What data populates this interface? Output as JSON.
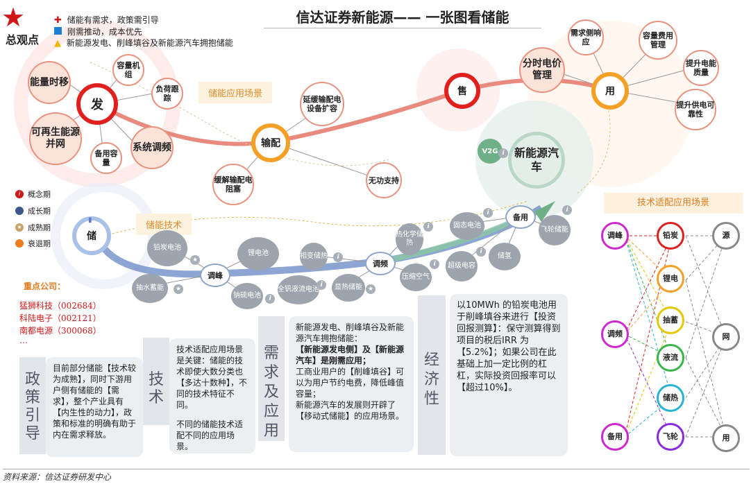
{
  "title": "信达证券新能源—— 一张图看储能",
  "overview": {
    "label": "总观点",
    "items": [
      "储能有需求，政策需引导",
      "刚需推动，成本优先",
      "新能源发电、削峰填谷及新能源汽车拥抱储能"
    ]
  },
  "nodes": {
    "fa": "发",
    "shu_pei": "输配",
    "shou": "售",
    "yong": "用",
    "chu": "储",
    "tiao_feng": "调峰",
    "tiao_pin": "调频",
    "bei_yong": "备用",
    "ev": "新能源汽车",
    "v2g": "V2G"
  },
  "bubbles": {
    "neng_liang": "能量时移",
    "rong_liang": "容量机组",
    "fu_he": "负荷跟踪",
    "ke_zai_sheng": "可再生能源并网",
    "xi_tong": "系统调频",
    "bei_yong_rl": "备用容量",
    "yan_huan": "延缓输配电设备扩容",
    "huan_jie": "缓解输配电阻塞",
    "wu_gong": "无功支持",
    "fen_shi": "分时电价管理",
    "xu_qiu": "需求侧响应",
    "rong_liang_fei": "容量费用管理",
    "ti_sheng_zl": "提升电能质量",
    "ti_sheng_gd": "提升供电可靠性"
  },
  "labels": {
    "scene": "储能应用场景",
    "tech": "储能技术",
    "tech_fit": "技术适配应用场景"
  },
  "tech_bubbles": {
    "qian_tan": "铅炭电池",
    "li": "锂电池",
    "xiang_bian": "相变储热",
    "chou_shui": "抽水蓄能",
    "na_liu": "钠硫电池",
    "quan_fan": "全钒液流电池",
    "xian_re": "显热储能",
    "re_hua": "热化学储热",
    "gu_tai": "固态电池",
    "ya_suo": "压缩空气",
    "chao_ji": "超级电容",
    "chu_qi": "储氢",
    "fei_lun": "飞轮储能"
  },
  "legend": [
    {
      "label": "概念期",
      "icon": "info-red"
    },
    {
      "label": "成长期",
      "icon": "bar-blue"
    },
    {
      "label": "成熟期",
      "icon": "star-gold"
    },
    {
      "label": "衰退期",
      "icon": "arrow-orange"
    }
  ],
  "companies": {
    "title": "重点公司：",
    "list": [
      "猛狮科技（002684）",
      "科陆电子（002121）",
      "南都电源（300068）",
      "…"
    ]
  },
  "panels": {
    "policy_head": "政策引导",
    "policy": "目前部分储能【技术较为成熟】，同时下游用户侧有储能的【需求】，整个产业具有【内生性的动力】，政策和标准的明确有助于内在需求释放。",
    "tech_head": "技术",
    "tech_p1": "技术适配应用场景是关键：储能的技术即使大数分类也【多达十数种】，不同的技术特征不同。",
    "tech_p2": "不同的储能技术适配不同的应用场景。",
    "demand_head": "需求及应用",
    "demand_p1": "新能源发电、削峰填谷及新能源汽车拥抱储能：",
    "demand_p2": "【新能源发电侧】及【新能源汽车】是刚需应用；",
    "demand_p3": "工商业用户的【削峰填谷】可以为用户节约电费，降低峰值容量；",
    "demand_p4": "新能源汽车的发展则开辟了【移动式储能】的应用场景。",
    "econ_head": "经济性",
    "econ": "以10MWh 的铅炭电池用于削峰填谷来进行【投资回报测算】：保守测算得到项目的税后IRR 为【5.2%】；如果公司在此基础上加一定比例的杠杠，实际投资回报率可以【超过10%】。"
  },
  "matrix": {
    "left": [
      "调峰",
      "调频",
      "备用"
    ],
    "mid": [
      "铅炭",
      "锂电",
      "抽蓄",
      "液流",
      "储热",
      "飞轮"
    ],
    "right": [
      "源",
      "网",
      "用"
    ]
  },
  "source": "资料来源：信达证券研发中心",
  "colors": {
    "red": "#e0201e",
    "orange": "#f4a027",
    "blue": "#a9c1e8",
    "salmon": "#e8937f"
  }
}
